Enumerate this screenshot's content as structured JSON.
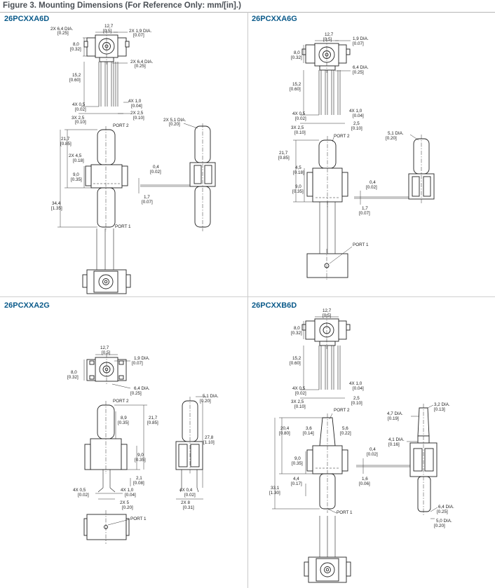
{
  "figure_title": "Figure 3. Mounting Dimensions (For Reference Only: mm/[in].)",
  "panels": [
    {
      "title": "26PCXXA6D"
    },
    {
      "title": "26PCXXA6G"
    },
    {
      "title": "26PCXXA2G"
    },
    {
      "title": "26PCXXB6D"
    }
  ],
  "p1": {
    "a": "12,7",
    "a_in": "[0.5]",
    "b": "2X 6,4 DIA.",
    "b_in": "[0.25]",
    "c": "2X 1,9 DIA.",
    "c_in": "[0.07]",
    "d": "8,0",
    "d_in": "[0.32]",
    "e": "2X 6,4 DIA.",
    "e_in": "[0.25]",
    "f": "15,2",
    "f_in": "[0.60]",
    "g": "4X 1,0",
    "g_in": "[0.04]",
    "h": "4X 0,5",
    "h_in": "[0.02]",
    "i": "2X 2,5",
    "i_in": "[0.10]",
    "j": "3X 2,5",
    "j_in": "[0.10]",
    "k": "2X 5,1 DIA.",
    "k_in": "[0.20]",
    "port2": "PORT 2",
    "l": "21,7",
    "l_in": "[0.85]",
    "m": "2X 4,5",
    "m_in": "[0.18]",
    "n": "9,0",
    "n_in": "[0.35]",
    "o": "0,4",
    "o_in": "[0.02]",
    "p": "1,7",
    "p_in": "[0.07]",
    "q": "34,4",
    "q_in": "[1.35]",
    "port1": "PORT 1"
  },
  "p2": {
    "a": "12,7",
    "a_in": "[0.5]",
    "c": "1,9 DIA.",
    "c_in": "[0.07]",
    "d": "8,0",
    "d_in": "[0.32]",
    "e": "6,4 DIA.",
    "e_in": "[0.25]",
    "f": "15,2",
    "f_in": "[0.60]",
    "g": "4X 1,0",
    "g_in": "[0.04]",
    "h": "4X 0,5",
    "h_in": "[0.02]",
    "i": "2,5",
    "i_in": "[0.10]",
    "j": "3X 2,5",
    "j_in": "[0.10]",
    "port2": "PORT 2",
    "k": "5,1 DIA.",
    "k_in": "[0.20]",
    "l": "21,7",
    "l_in": "[0.85]",
    "m": "4,5",
    "m_in": "[0.18]",
    "n": "9,0",
    "n_in": "[0.35]",
    "o": "0,4",
    "o_in": "[0.02]",
    "p": "1,7",
    "p_in": "[0.07]",
    "port1": "PORT 1"
  },
  "p3": {
    "a": "12,7",
    "a_in": "[0.5]",
    "c": "1,9 DIA.",
    "c_in": "[0.07]",
    "d": "8,0",
    "d_in": "[0.32]",
    "e": "6,4 DIA.",
    "e_in": "[0.25]",
    "port2": "PORT 2",
    "k": "5,1 DIA.",
    "k_in": "[0.20]",
    "r": "8,9",
    "r_in": "[0.35]",
    "l": "21,7",
    "l_in": "[0.85]",
    "s": "27,8",
    "s_in": "[1.10]",
    "n": "9,0",
    "n_in": "[0.35]",
    "t": "2,1",
    "t_in": "[0.08]",
    "h": "4X 0,5",
    "h_in": "[0.02]",
    "g": "4X 1,0",
    "g_in": "[0.04]",
    "u": "2X 5",
    "u_in": "[0.20]",
    "o": "4X 0,4",
    "o_in": "[0.02]",
    "v": "2X 8",
    "v_in": "[0.31]",
    "port1": "PORT 1"
  },
  "p4": {
    "a": "12,7",
    "a_in": "[0.5]",
    "d": "8,0",
    "d_in": "[0.32]",
    "f": "15,2",
    "f_in": "[0.60]",
    "g": "4X 1,0",
    "g_in": "[0.04]",
    "h": "4X 0,5",
    "h_in": "[0.02]",
    "i": "2,5",
    "i_in": "[0.10]",
    "j": "3X 2,5",
    "j_in": "[0.10]",
    "port2": "PORT 2",
    "w": "3,2 DIA.",
    "w_in": "[0.13]",
    "x": "4,7 DIA.",
    "x_in": "[0.19]",
    "l": "20,4",
    "l_in": "[0.80]",
    "y": "3,6",
    "y_in": "[0.14]",
    "z": "5,6",
    "z_in": "[0.22]",
    "aa": "4,1 DIA.",
    "aa_in": "[0.16]",
    "o": "0,4",
    "o_in": "[0.02]",
    "n": "9,0",
    "n_in": "[0.35]",
    "bb": "4,4",
    "bb_in": "[0.17]",
    "p": "1,6",
    "p_in": "[0.06]",
    "q": "33,1",
    "q_in": "[1.30]",
    "port1": "PORT 1",
    "e": "6,4 DIA.",
    "e_in": "[0.25]",
    "cc": "5,0 DIA.",
    "cc_in": "[0.20]"
  }
}
